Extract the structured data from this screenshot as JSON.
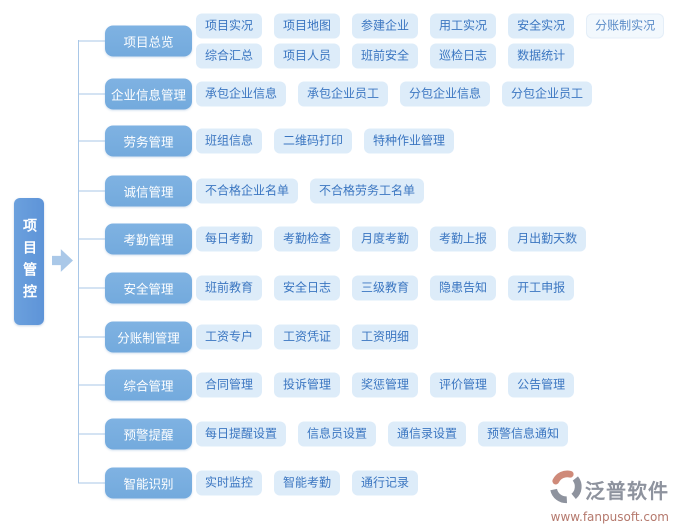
{
  "root": {
    "label": "项目管控"
  },
  "groups": [
    {
      "label": "项目总览",
      "items": [
        "项目实况",
        "项目地图",
        "参建企业",
        "用工实况",
        "安全实况",
        "分账制实况",
        "综合汇总",
        "项目人员",
        "班前安全",
        "巡检日志",
        "数据统计"
      ],
      "light_items": [
        5
      ]
    },
    {
      "label": "企业信息管理",
      "items": [
        "承包企业信息",
        "承包企业员工",
        "分包企业信息",
        "分包企业员工"
      ]
    },
    {
      "label": "劳务管理",
      "items": [
        "班组信息",
        "二维码打印",
        "特种作业管理"
      ]
    },
    {
      "label": "诚信管理",
      "items": [
        "不合格企业名单",
        "不合格劳务工名单"
      ]
    },
    {
      "label": "考勤管理",
      "items": [
        "每日考勤",
        "考勤检查",
        "月度考勤",
        "考勤上报",
        "月出勤天数"
      ]
    },
    {
      "label": "安全管理",
      "items": [
        "班前教育",
        "安全日志",
        "三级教育",
        "隐患告知",
        "开工申报"
      ]
    },
    {
      "label": "分账制管理",
      "items": [
        "工资专户",
        "工资凭证",
        "工资明细"
      ]
    },
    {
      "label": "综合管理",
      "items": [
        "合同管理",
        "投诉管理",
        "奖惩管理",
        "评价管理",
        "公告管理"
      ]
    },
    {
      "label": "预警提醒",
      "items": [
        "每日提醒设置",
        "信息员设置",
        "通信录设置",
        "预警信息通知"
      ]
    },
    {
      "label": "智能识别",
      "items": [
        "实时监控",
        "智能考勤",
        "通行记录"
      ]
    }
  ],
  "logo": {
    "name": "泛普软件",
    "url": "www.fanpusoft.com"
  },
  "colors": {
    "category_bg": "#73aadd",
    "item_bg": "#ddecf9",
    "item_text": "#3b76c1",
    "root_bg": "#5e94d8",
    "line": "#a9c7e7",
    "logo_gray": "#8e939e",
    "logo_red": "#b5796d",
    "logo_salmon": "#cf8a79"
  }
}
